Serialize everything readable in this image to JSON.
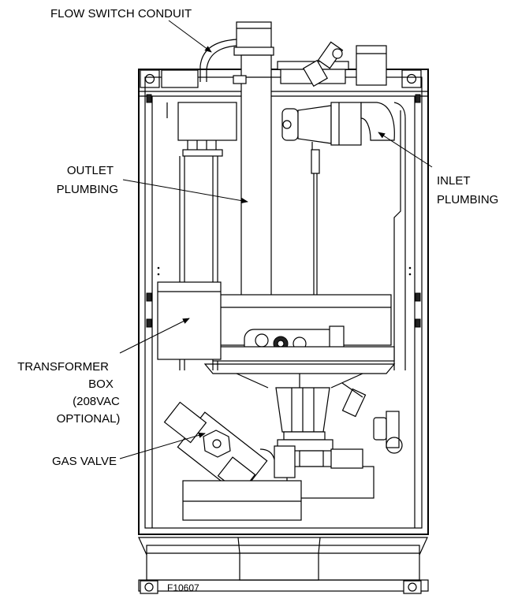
{
  "labels": {
    "flow_switch_conduit": "FLOW SWITCH CONDUIT",
    "outlet_plumbing_1": "OUTLET",
    "outlet_plumbing_2": "PLUMBING",
    "inlet_plumbing_1": "INLET",
    "inlet_plumbing_2": "PLUMBING",
    "transformer_box_1": "TRANSFORMER",
    "transformer_box_2": "BOX",
    "transformer_box_3": "(208VAC",
    "transformer_box_4": "OPTIONAL)",
    "gas_valve": "GAS VALVE",
    "figure_number": "F10607"
  }
}
